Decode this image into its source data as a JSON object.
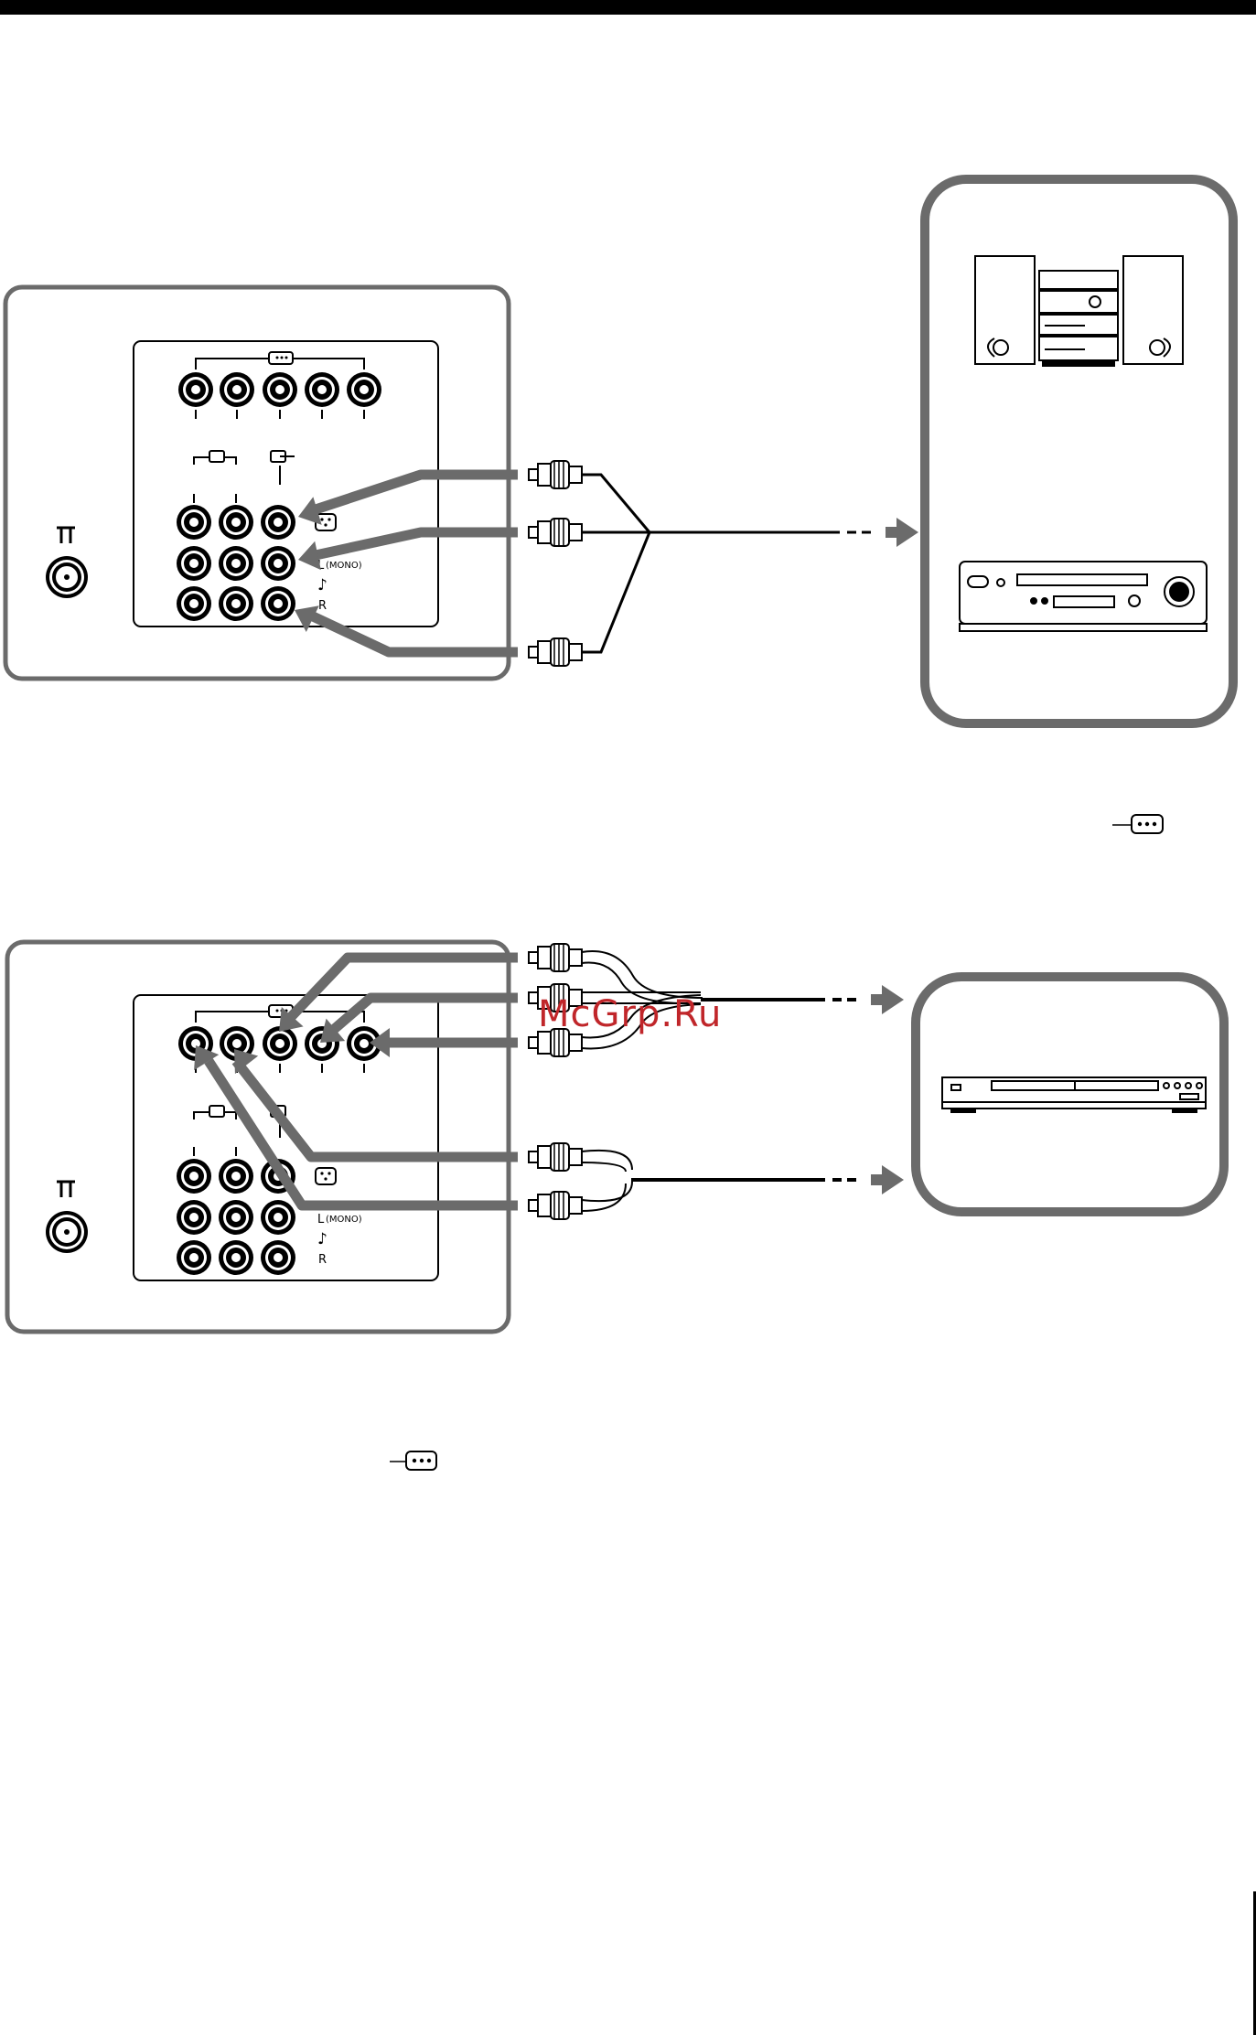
{
  "labels": {
    "l_mono": "L",
    "mono": "(MONO)",
    "note": "♪",
    "r": "R"
  },
  "watermark": "McGrp.Ru",
  "colors": {
    "frame": "#6b6b6b",
    "cable_arrow": "#6b6b6b",
    "watermark": "#c0262a"
  },
  "icons": [
    "video-input-icon",
    "video-output-icon",
    "antenna-icon",
    "s-video-icon",
    "stereo-system-icon",
    "vcr-icon",
    "dvd-player-icon",
    "rca-plug-icon",
    "arrow-right-icon"
  ]
}
